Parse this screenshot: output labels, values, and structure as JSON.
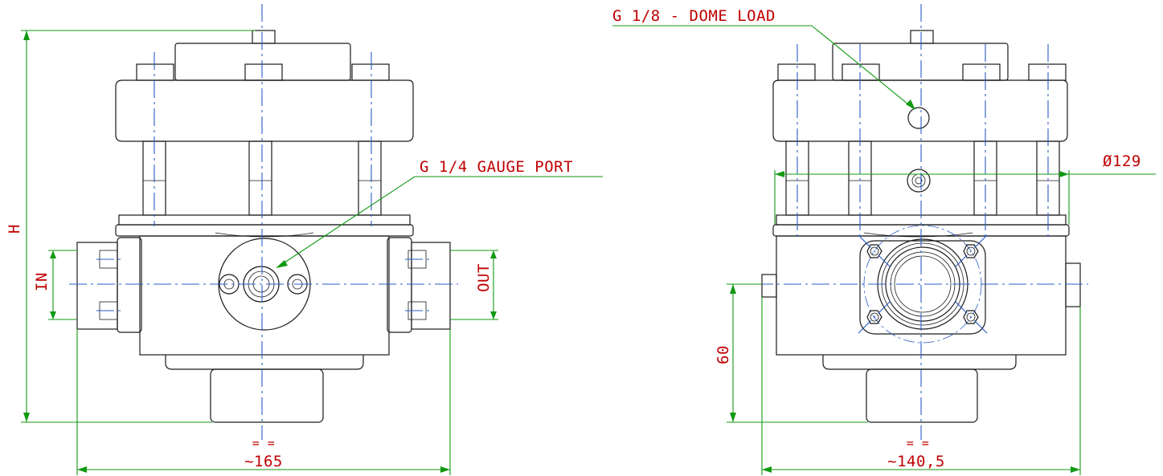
{
  "front_view": {
    "height_label": "H",
    "inlet_label": "IN",
    "outlet_label": "OUT",
    "gauge_port_label": "G 1/4 GAUGE PORT",
    "width_label": "~165",
    "symmetry_mark": "= ="
  },
  "side_view": {
    "dome_load_label": "G 1/8 - DOME LOAD",
    "diameter_label": "Ø129",
    "port_height_label": "60",
    "width_label": "~140,5",
    "symmetry_mark": "= ="
  },
  "colors": {
    "geometry": "#1a1a1a",
    "center_lines": "#2a5cc7",
    "dimensions": "#119911",
    "labels": "#c00000"
  }
}
